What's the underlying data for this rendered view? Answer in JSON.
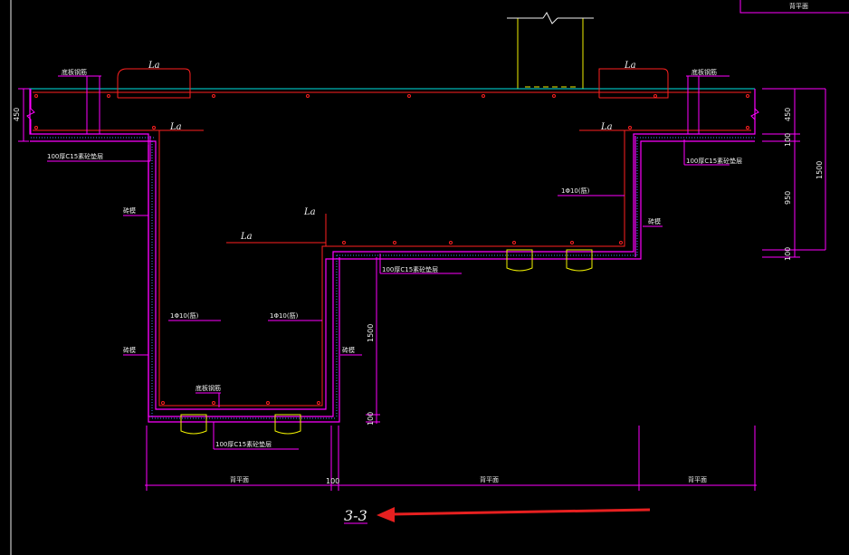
{
  "drawing": {
    "section_title": "3-3",
    "top_right_label": "背平面",
    "colors": {
      "background": "#000000",
      "outline": "#ff00ff",
      "rebar": "#ff2020",
      "cyan": "#00e5e5",
      "column": "#f0f000",
      "arrow": "#e62020",
      "text": "#f0f0f0"
    }
  },
  "labels": {
    "rebar_left": "底板钢筋",
    "rebar_right": "底板钢筋",
    "la_top_left": "La",
    "la_top_left_2": "La",
    "la_top_right": "La",
    "la_top_right_2": "La",
    "la_center": "La",
    "la_center_2": "La",
    "cushion_left": "100厚C15素砼垫层",
    "cushion_right": "100厚C15素砼垫层",
    "cushion_mid": "100厚C15素砼垫层",
    "cushion_bottom": "100厚C15素砼垫层",
    "wall_left_top": "砖模",
    "wall_left_bottom": "砖模",
    "wall_mid": "砖模",
    "wall_right": "砖模",
    "bar_right": "1Φ10(筋)",
    "bar_left1": "1Φ10(筋)",
    "bar_left2": "1Φ10(筋)",
    "bottom_rebar": "底板钢筋"
  },
  "dimensions": {
    "left_450": "450",
    "right_450": "450",
    "right_100_top": "100",
    "right_950": "950",
    "right_100_bottom": "100",
    "right_1500": "1500",
    "mid_1500": "1500",
    "mid_100": "100",
    "bottom_left": "背平面",
    "bottom_100": "100",
    "bottom_mid": "背平面",
    "bottom_right": "背平面"
  }
}
